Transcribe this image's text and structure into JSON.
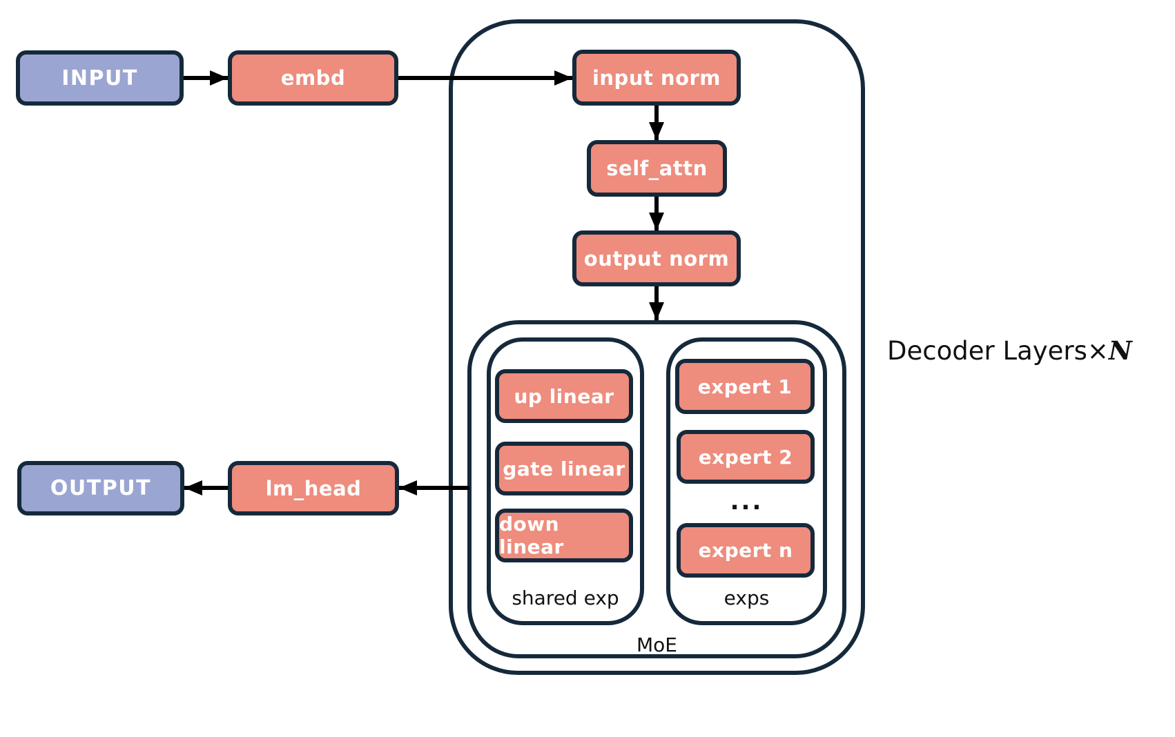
{
  "colors": {
    "salmon": "#EE8C7D",
    "purple": "#9BA5D2",
    "border": "#15293B",
    "arrow": "#000000",
    "label": "#111111",
    "box_text": "#FFFFFF",
    "background": "#FFFFFF"
  },
  "nodes": {
    "input": "INPUT",
    "embd": "embd",
    "input_norm": "input norm",
    "self_attn": "self_attn",
    "output_norm": "output norm",
    "output": "OUTPUT",
    "lm_head": "lm_head",
    "up_linear": "up linear",
    "gate_linear": "gate linear",
    "down_linear": "down linear",
    "expert_1": "expert 1",
    "expert_2": "expert 2",
    "expert_ellipsis": "...",
    "expert_n": "expert n"
  },
  "labels": {
    "shared_exp": "shared exp",
    "exps": "exps",
    "moe": "MoE",
    "decoder_layers": "Decoder Layers",
    "times": "×",
    "n": "N"
  }
}
